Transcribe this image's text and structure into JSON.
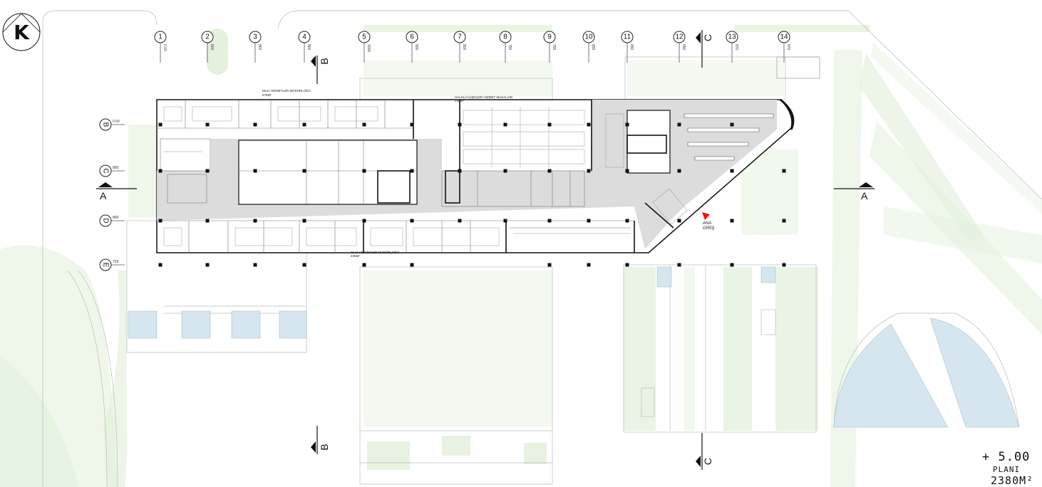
{
  "north_logo": {
    "letter": "K"
  },
  "grid_columns": [
    {
      "id": "1",
      "dim": "0.00"
    },
    {
      "id": "2",
      "dim": "800"
    },
    {
      "id": "3",
      "dim": "800"
    },
    {
      "id": "4",
      "dim": "800"
    },
    {
      "id": "5",
      "dim": "1000"
    },
    {
      "id": "6",
      "dim": "800"
    },
    {
      "id": "7",
      "dim": "800"
    },
    {
      "id": "8",
      "dim": "750"
    },
    {
      "id": "9",
      "dim": "750"
    },
    {
      "id": "10",
      "dim": "650"
    },
    {
      "id": "11",
      "dim": "650"
    },
    {
      "id": "12",
      "dim": "650"
    },
    {
      "id": "13",
      "dim": "870"
    },
    {
      "id": "14",
      "dim": "870"
    }
  ],
  "grid_rows": [
    {
      "id": "B",
      "dim": "0.00"
    },
    {
      "id": "C",
      "dim": "800"
    },
    {
      "id": "D",
      "dim": "800"
    },
    {
      "id": "E",
      "dim": "725"
    }
  ],
  "sections": {
    "a": "A",
    "b": "B",
    "c": "C"
  },
  "rooms": {
    "mali_top": "MALİ HİZMETLER MÜDÜRLÜĞÜ",
    "mali_top_area": "675M²",
    "halkla": "HALKLA İLİŞKİLER HİZMET MASALARI",
    "halkla_area": "230M²",
    "mali_bottom": "MALİ HİZMETLER MÜDÜRLÜĞÜ",
    "mali_bottom_area": "435M²"
  },
  "entrance": {
    "line1": "ANA",
    "line2": "GİRİŞ",
    "color": "#ee1111"
  },
  "plan_title": {
    "level": "+ 5.00",
    "name": "PLANI",
    "area": "2380M²"
  },
  "colors": {
    "landscape": "#e4f1dd",
    "pool": "#d5e6f0",
    "corridor": "#dcdcdc"
  }
}
